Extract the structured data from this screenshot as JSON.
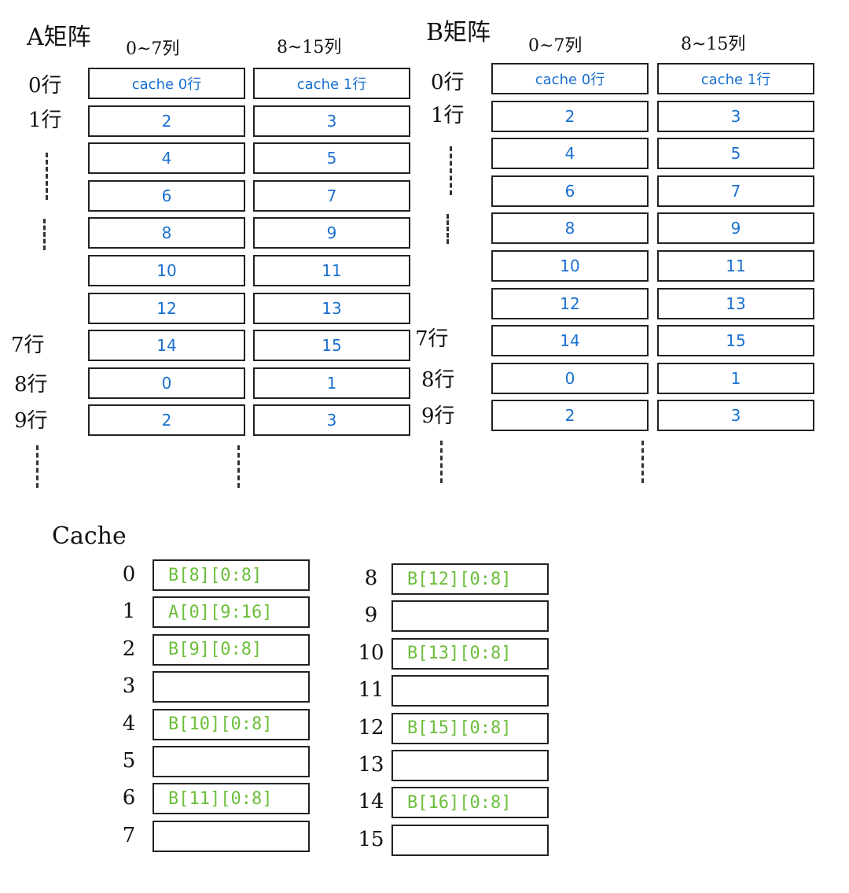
{
  "matrixA": {
    "title": "A矩阵",
    "col_headers": [
      "0~7列",
      "8~15列"
    ],
    "row_labels": [
      "0行",
      "1行",
      "7行",
      "8行",
      "9行"
    ],
    "cells": [
      [
        "cache 0行",
        "cache 1行"
      ],
      [
        "2",
        "3"
      ],
      [
        "4",
        "5"
      ],
      [
        "6",
        "7"
      ],
      [
        "8",
        "9"
      ],
      [
        "10",
        "11"
      ],
      [
        "12",
        "13"
      ],
      [
        "14",
        "15"
      ],
      [
        "0",
        "1"
      ],
      [
        "2",
        "3"
      ]
    ]
  },
  "matrixB": {
    "title": "B矩阵",
    "col_headers": [
      "0~7列",
      "8~15列"
    ],
    "row_labels": [
      "0行",
      "1行",
      "7行",
      "8行",
      "9行"
    ],
    "cells": [
      [
        "cache 0行",
        "cache 1行"
      ],
      [
        "2",
        "3"
      ],
      [
        "4",
        "5"
      ],
      [
        "6",
        "7"
      ],
      [
        "8",
        "9"
      ],
      [
        "10",
        "11"
      ],
      [
        "12",
        "13"
      ],
      [
        "14",
        "15"
      ],
      [
        "0",
        "1"
      ],
      [
        "2",
        "3"
      ]
    ]
  },
  "cache": {
    "title": "Cache",
    "left": [
      {
        "index": "0",
        "content": "B[8][0:8]"
      },
      {
        "index": "1",
        "content": "A[0][9:16]"
      },
      {
        "index": "2",
        "content": "B[9][0:8]"
      },
      {
        "index": "3",
        "content": ""
      },
      {
        "index": "4",
        "content": "B[10][0:8]"
      },
      {
        "index": "5",
        "content": ""
      },
      {
        "index": "6",
        "content": "B[11][0:8]"
      },
      {
        "index": "7",
        "content": ""
      }
    ],
    "right": [
      {
        "index": "8",
        "content": "B[12][0:8]"
      },
      {
        "index": "9",
        "content": ""
      },
      {
        "index": "10",
        "content": "B[13][0:8]"
      },
      {
        "index": "11",
        "content": ""
      },
      {
        "index": "12",
        "content": "B[15][0:8]"
      },
      {
        "index": "13",
        "content": ""
      },
      {
        "index": "14",
        "content": "B[16][0:8]"
      },
      {
        "index": "15",
        "content": ""
      }
    ]
  },
  "colors": {
    "matrix_text": "#1a6fd0",
    "cache_text": "#6cbf3c",
    "ink": "#111111"
  }
}
